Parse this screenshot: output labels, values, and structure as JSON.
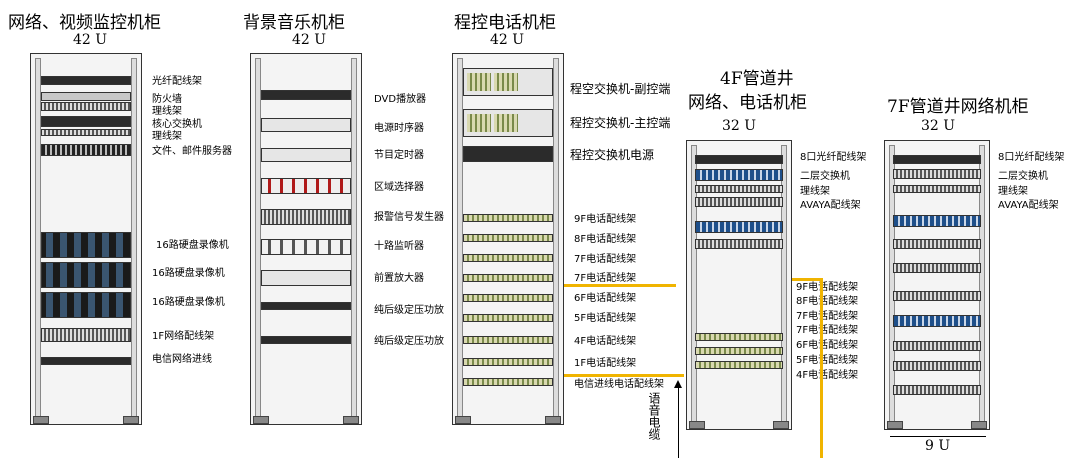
{
  "racks": [
    {
      "title": "网络、视频监控机柜",
      "units": "42 U"
    },
    {
      "title": "背景音乐机柜",
      "units": "42 U"
    },
    {
      "title": "程控电话机柜",
      "units": "42 U"
    },
    {
      "title": "4F管道井",
      "title2": "网络、电话机柜",
      "units": "32 U"
    },
    {
      "title": "7F管道井网络机柜",
      "units": "32 U"
    }
  ],
  "rack1_labels": [
    "光纤配线架",
    "防火墙",
    "理线架",
    "核心交换机",
    "理线架",
    "文件、邮件服务器",
    "16路硬盘录像机",
    "16路硬盘录像机",
    "16路硬盘录像机",
    "1F网络配线架",
    "电信网络进线"
  ],
  "rack2_labels": [
    "DVD播放器",
    "电源时序器",
    "节目定时器",
    "区域选择器",
    "报警信号发生器",
    "十路监听器",
    "前置放大器",
    "纯后级定压功放",
    "纯后级定压功放"
  ],
  "rack3_labels": [
    "程空交换机-副控端",
    "程控交换机-主控端",
    "程控交换机电源"
  ],
  "rack3_small": [
    "9F电话配线架",
    "8F电话配线架",
    "7F电话配线架",
    "7F电话配线架",
    "6F电话配线架",
    "5F电话配线架",
    "4F电话配线架",
    "1F电话配线架",
    "电信进线电话配线架"
  ],
  "rack4_labels": [
    "8口光纤配线架",
    "二层交换机",
    "理线架",
    "AVAYA配线架"
  ],
  "rack4_small": [
    "9F电话配线架",
    "8F电话配线架",
    "7F电话配线架",
    "7F电话配线架",
    "6F电话配线架",
    "5F电话配线架",
    "4F电话配线架"
  ],
  "rack5_labels": [
    "8口光纤配线架",
    "二层交换机",
    "理线架",
    "AVAYA配线架"
  ],
  "side_text": "语音电缆",
  "bottom_units": "9 U",
  "colors": {
    "wire": "#f0b400"
  }
}
